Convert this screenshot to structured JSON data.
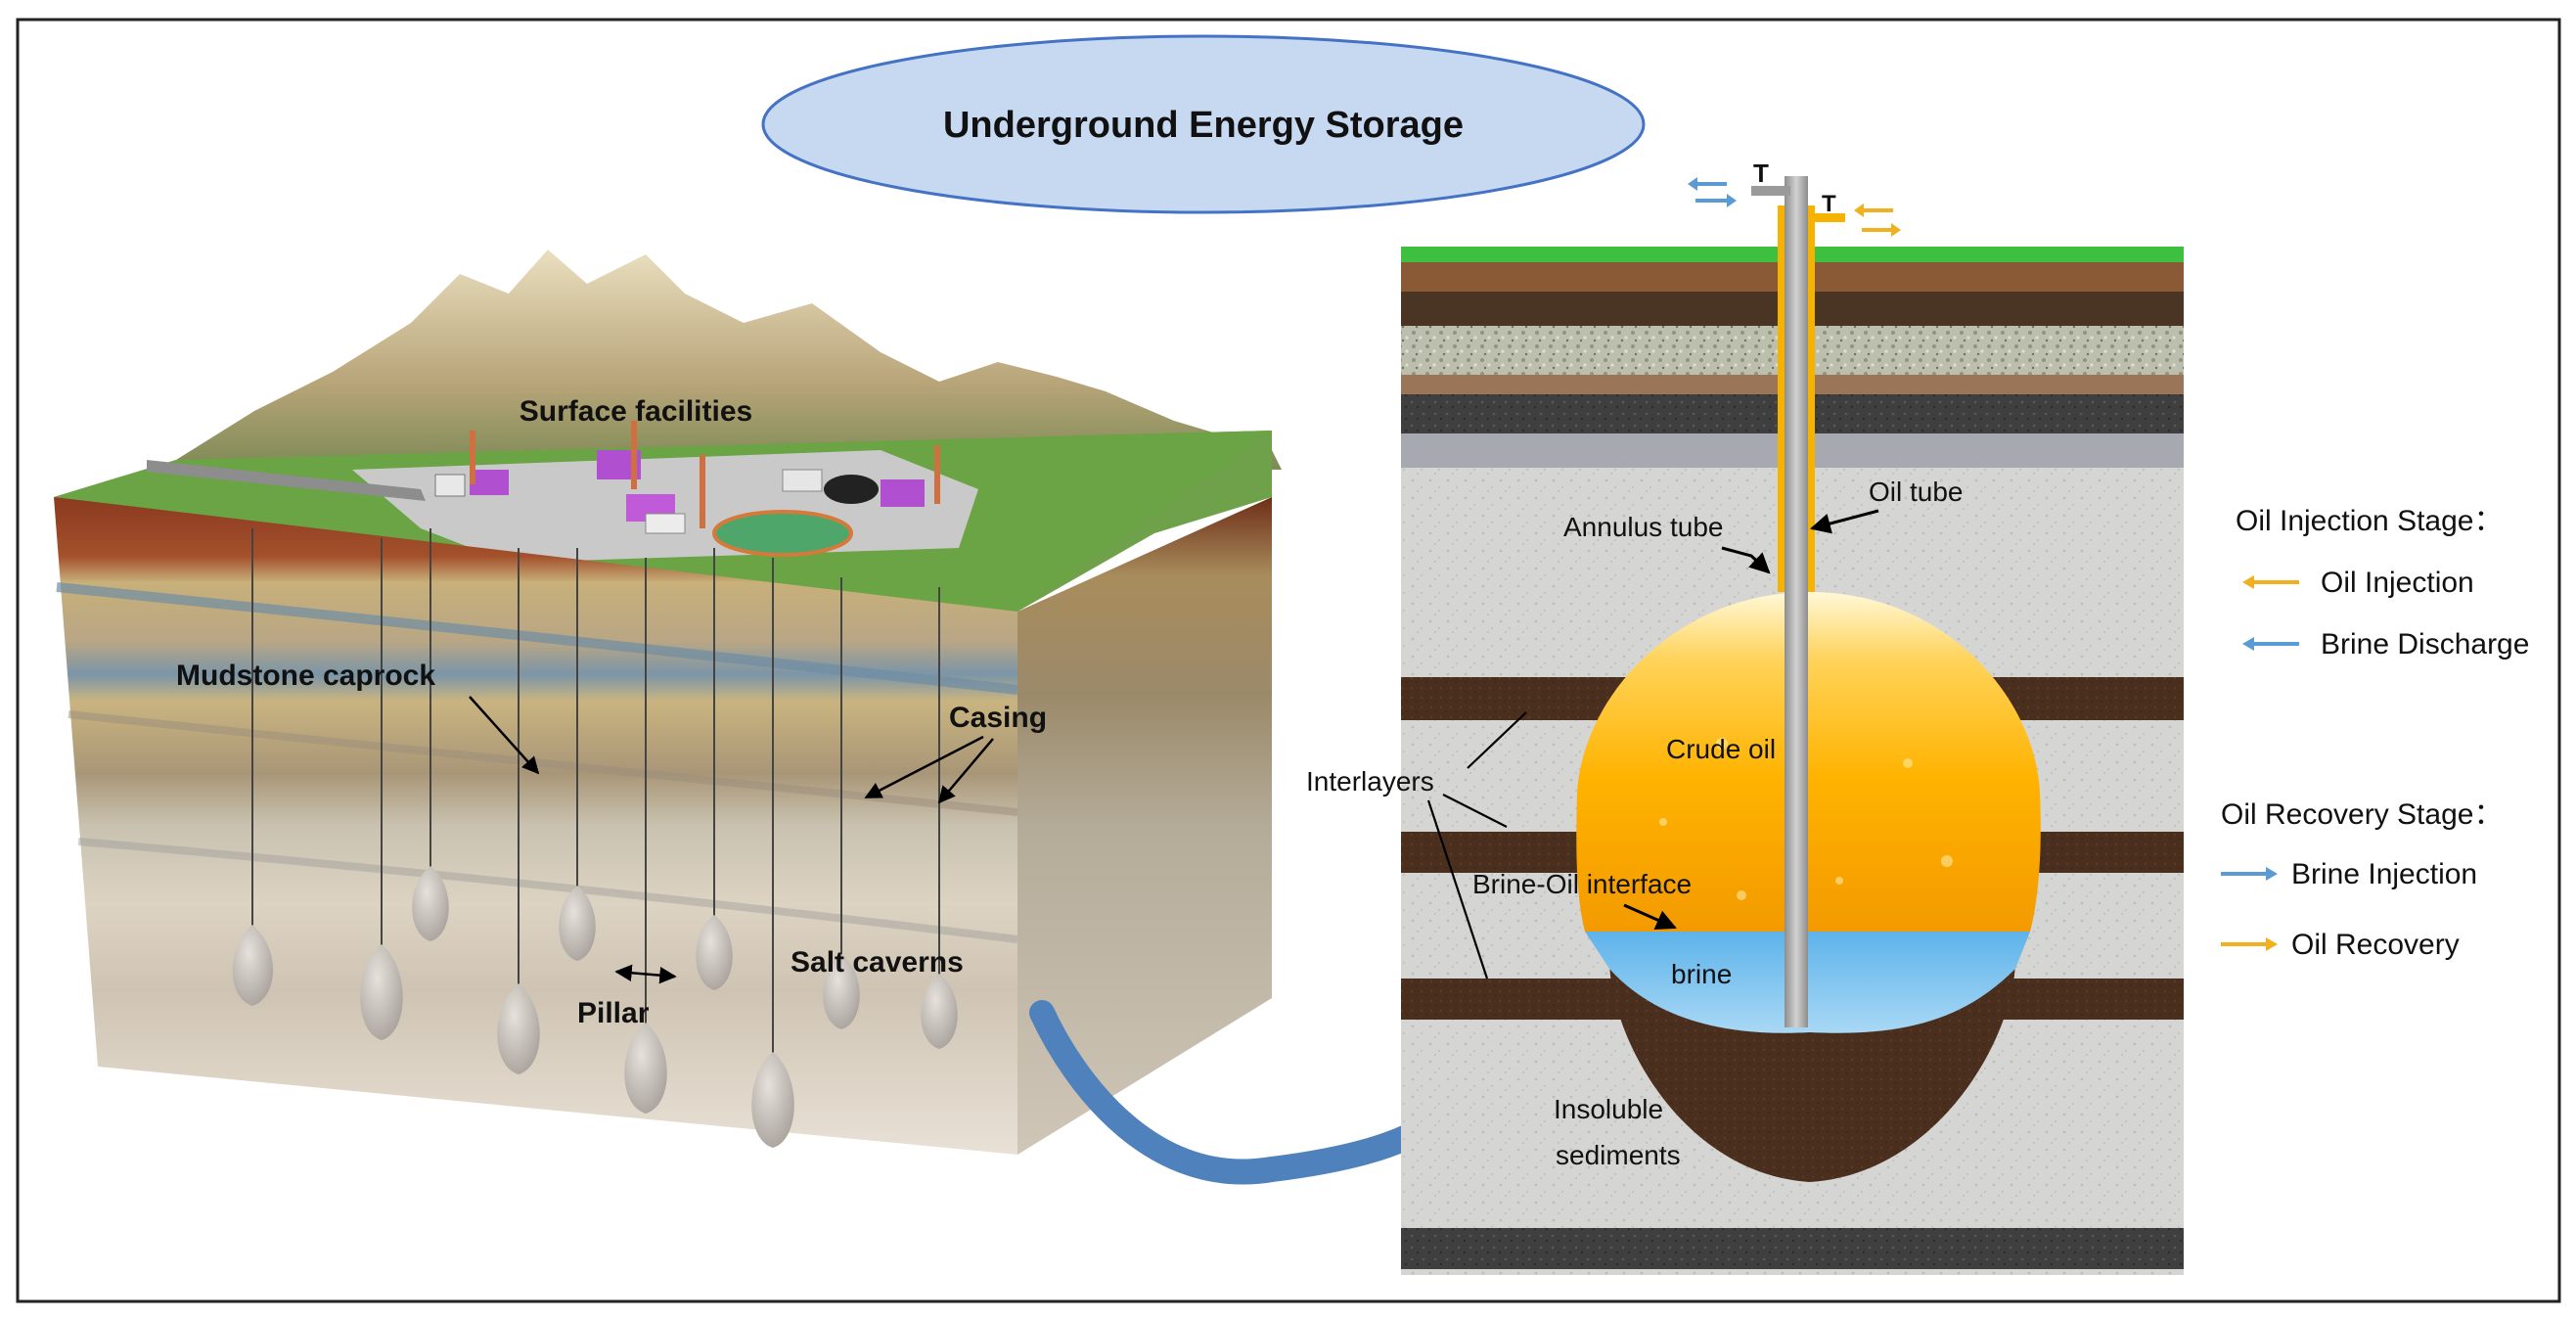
{
  "title": "Underground Energy Storage",
  "left_block": {
    "labels": {
      "surface_facilities": "Surface facilities",
      "mudstone_caprock": "Mudstone caprock",
      "casing": "Casing",
      "pillar": "Pillar",
      "salt_caverns": "Salt caverns"
    }
  },
  "right_block": {
    "labels": {
      "oil_tube": "Oil tube",
      "annulus_tube": "Annulus tube",
      "crude_oil": "Crude oil",
      "interlayers": "Interlayers",
      "brine_oil_interface": "Brine-Oil interface",
      "brine": "brine",
      "insoluble_sediments_line1": "Insoluble",
      "insoluble_sediments_line2": "sediments"
    }
  },
  "legend": {
    "injection_stage": {
      "title": "Oil Injection Stage：",
      "items": [
        {
          "label": "Oil Injection",
          "color": "#f0b020",
          "direction": "left"
        },
        {
          "label": "Brine  Discharge",
          "color": "#5b9bd5",
          "direction": "left"
        }
      ]
    },
    "recovery_stage": {
      "title": "Oil Recovery Stage：",
      "items": [
        {
          "label": "Brine Injection",
          "color": "#5b9bd5",
          "direction": "right"
        },
        {
          "label": "Oil Recovery",
          "color": "#f0b020",
          "direction": "right"
        }
      ]
    }
  },
  "colors": {
    "title_ellipse_fill": "#c6d9f0",
    "title_ellipse_stroke": "#4472c4",
    "oil_arrow": "#f0b020",
    "brine_arrow": "#5b9bd5",
    "connector_arrow": "#4f81bd"
  }
}
